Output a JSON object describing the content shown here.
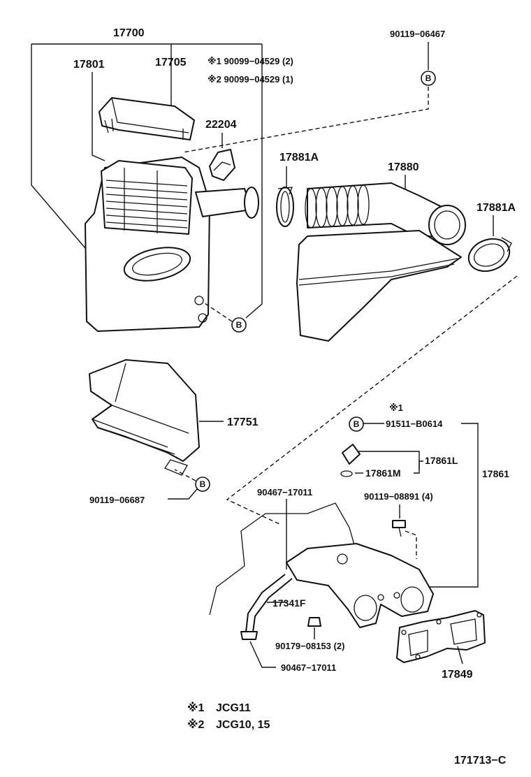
{
  "labels": {
    "p17700": "17700",
    "p17801": "17801",
    "p17705": "17705",
    "note1_ref": "※1 90099−04529 (2)",
    "note2_ref": "※2 90099−04529 (1)",
    "p90119_06467": "90119−06467",
    "p22204": "22204",
    "p17881A_left": "17881A",
    "p17880": "17880",
    "p17881A_right": "17881A",
    "p17751": "17751",
    "p90119_06687": "90119−06687",
    "mark1_top": "※1",
    "p91511_B0614": "91511−B0614",
    "p17861L": "17861L",
    "p17861M": "17861M",
    "p17861": "17861",
    "p90467_17011_top": "90467−17011",
    "p90119_08891": "90119−08891 (4)",
    "p17341F": "17341F",
    "p90179_08153": "90179−08153 (2)",
    "p90467_17011_bottom": "90467−17011",
    "p17849": "17849",
    "ref_b": "B"
  },
  "legend": {
    "note1_mark": "※1",
    "note1_text": "JCG11",
    "note2_mark": "※2",
    "note2_text": "JCG10, 15"
  },
  "diagram_id": "171713−C"
}
